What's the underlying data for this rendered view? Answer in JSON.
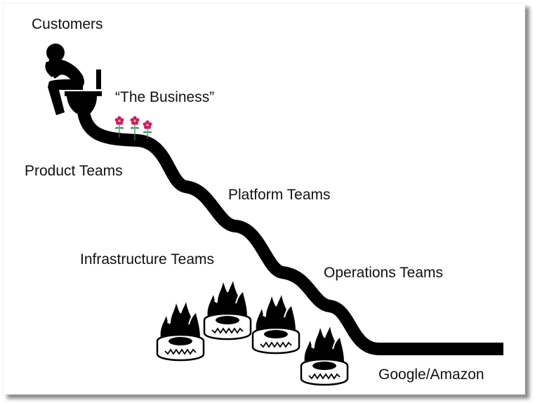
{
  "diagram": {
    "labels": {
      "customers": "Customers",
      "business": "“The Business”",
      "product": "Product Teams",
      "platform": "Platform Teams",
      "infrastructure": "Infrastructure Teams",
      "operations": "Operations Teams",
      "google_amazon": "Google/Amazon"
    },
    "icons": {
      "person": "thinking-person-on-toilet",
      "flowers": "flower-icon x3",
      "tires": "burning-tire-icon x4"
    },
    "colors": {
      "pipe": "#000000",
      "flower_petal": "#d4146c",
      "flower_center": "#f2c12e",
      "flower_stem": "#1e8a3c",
      "text": "#111111"
    }
  }
}
